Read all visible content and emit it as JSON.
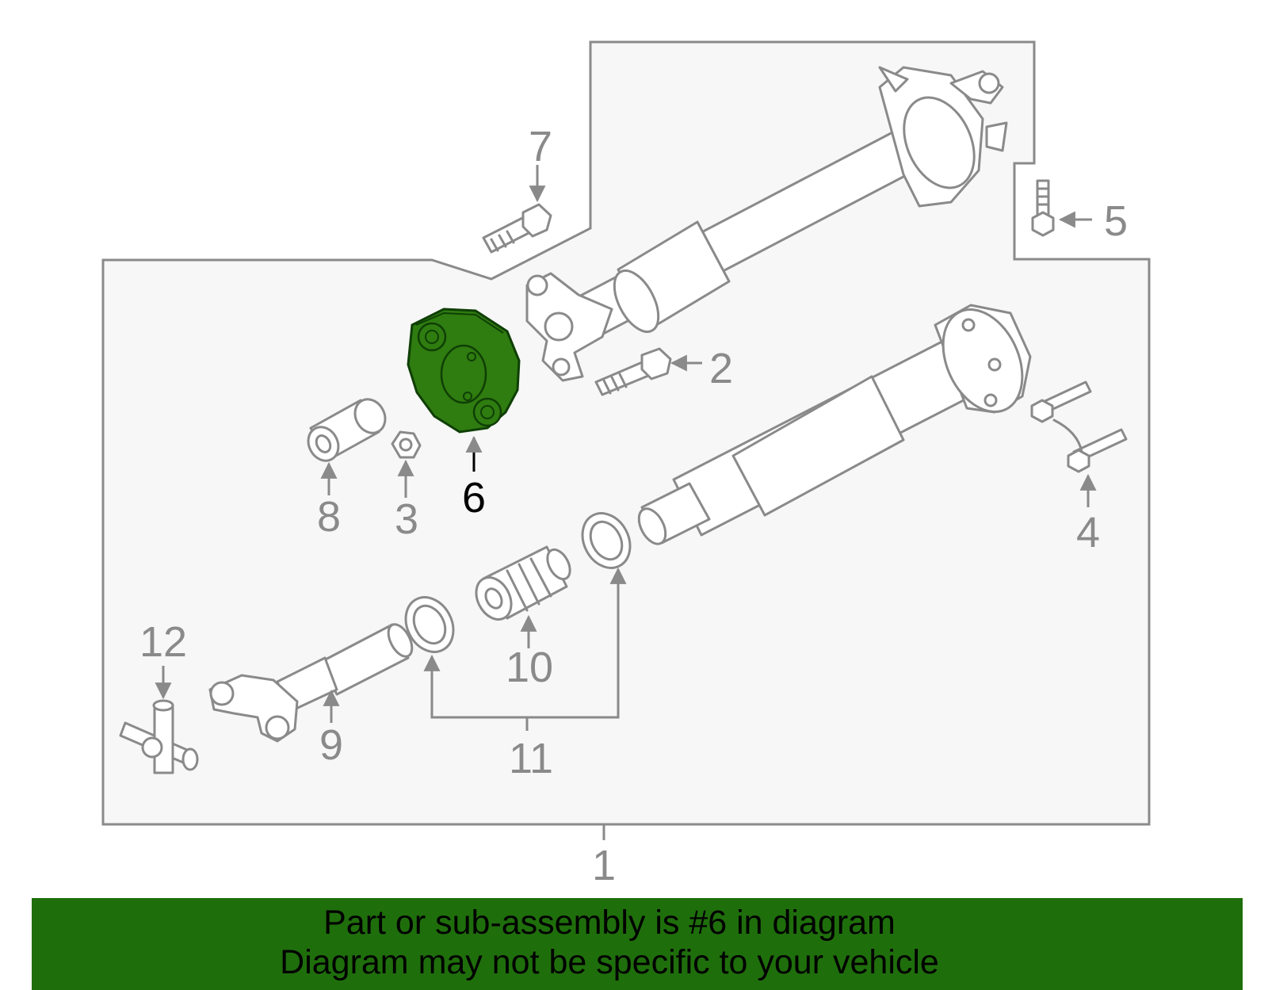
{
  "diagram": {
    "highlight_part": "6",
    "callouts": {
      "c1": "1",
      "c2": "2",
      "c3": "3",
      "c4": "4",
      "c5": "5",
      "c6": "6",
      "c7": "7",
      "c8": "8",
      "c9": "9",
      "c10": "10",
      "c11": "11",
      "c12": "12"
    },
    "colors": {
      "highlight_fill": "#2f7c10",
      "banner_background": "#1f6e0c",
      "outline_gray": "#8a8a8a",
      "panel_background": "#f7f7f7"
    }
  },
  "banner": {
    "line1": "Part or sub-assembly is #6 in diagram",
    "line2": "Diagram may not be specific to your vehicle"
  }
}
